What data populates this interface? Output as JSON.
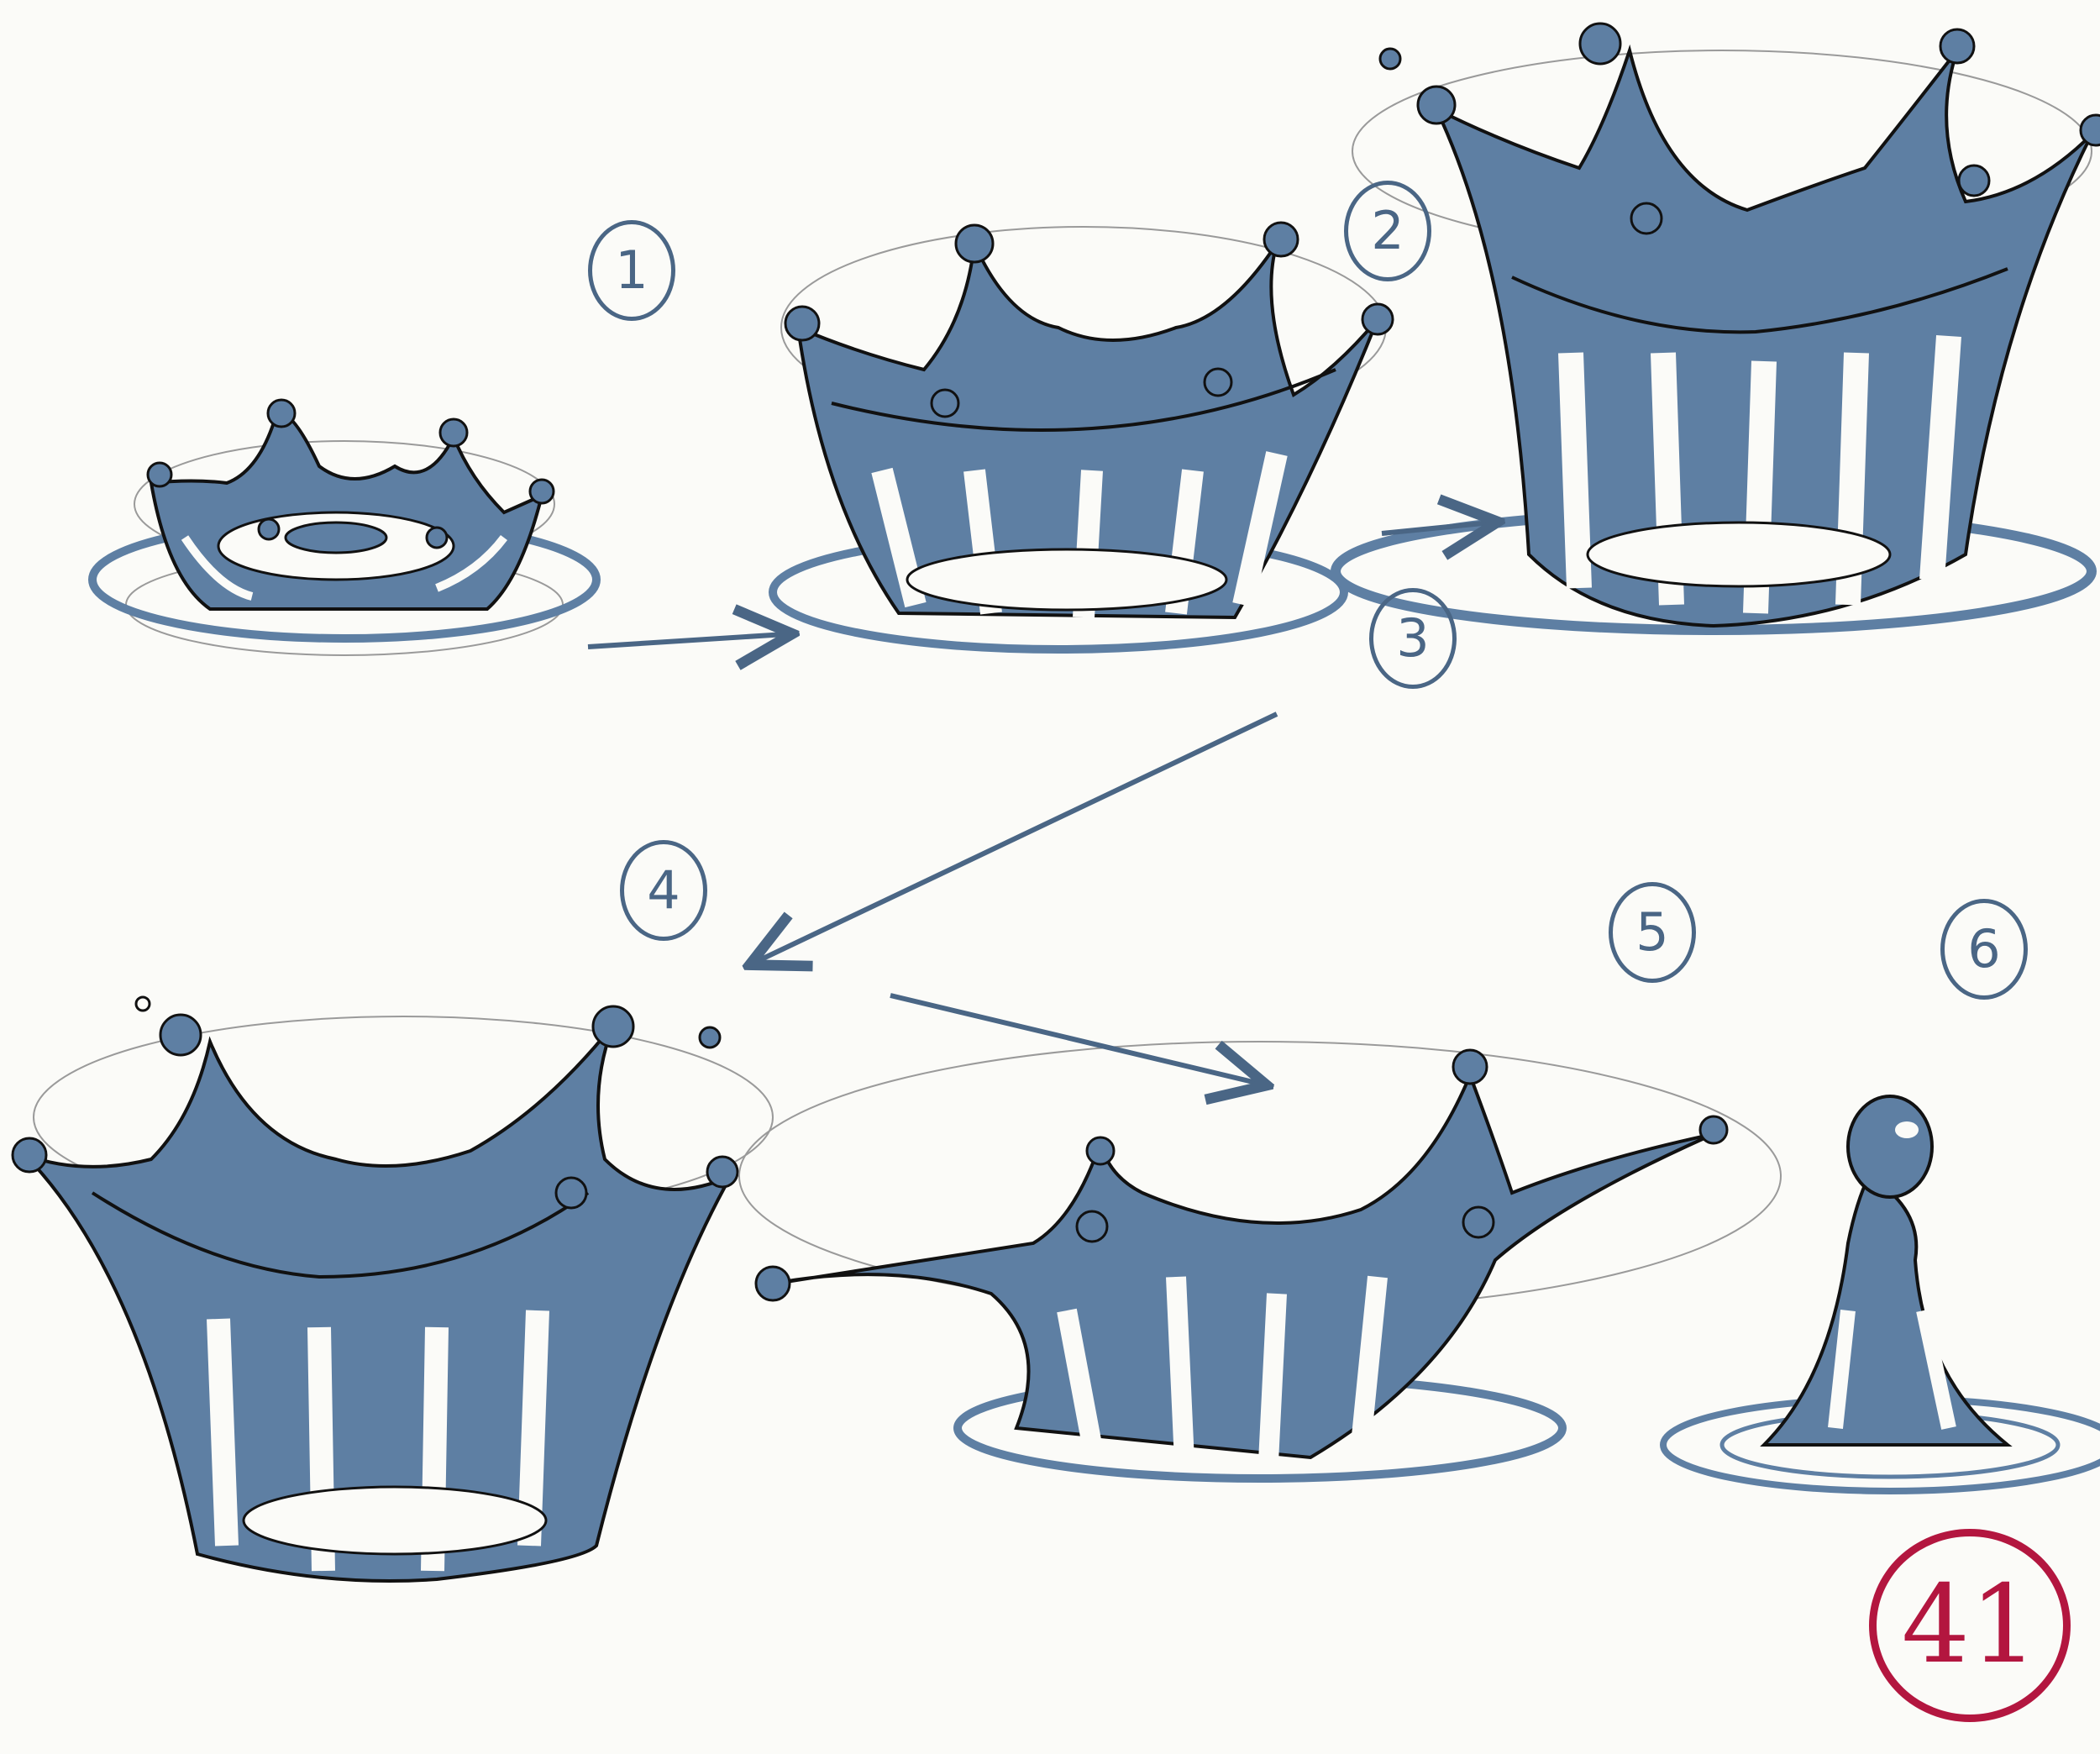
{
  "labels": {
    "stage1": "1",
    "stage2": "2",
    "stage3": "3",
    "stage4": "4",
    "stage5": "5",
    "stage6": "6"
  },
  "page_number": "41",
  "colors": {
    "paper": "#fbfbf8",
    "water_fill": "#5e7fa3",
    "ink": "#111111",
    "pencil": "#8a8a8a",
    "label_ink": "#4a6685",
    "page_number_ink": "#b3163f"
  },
  "icons": {
    "arrow": "hand-drawn-arrow"
  }
}
